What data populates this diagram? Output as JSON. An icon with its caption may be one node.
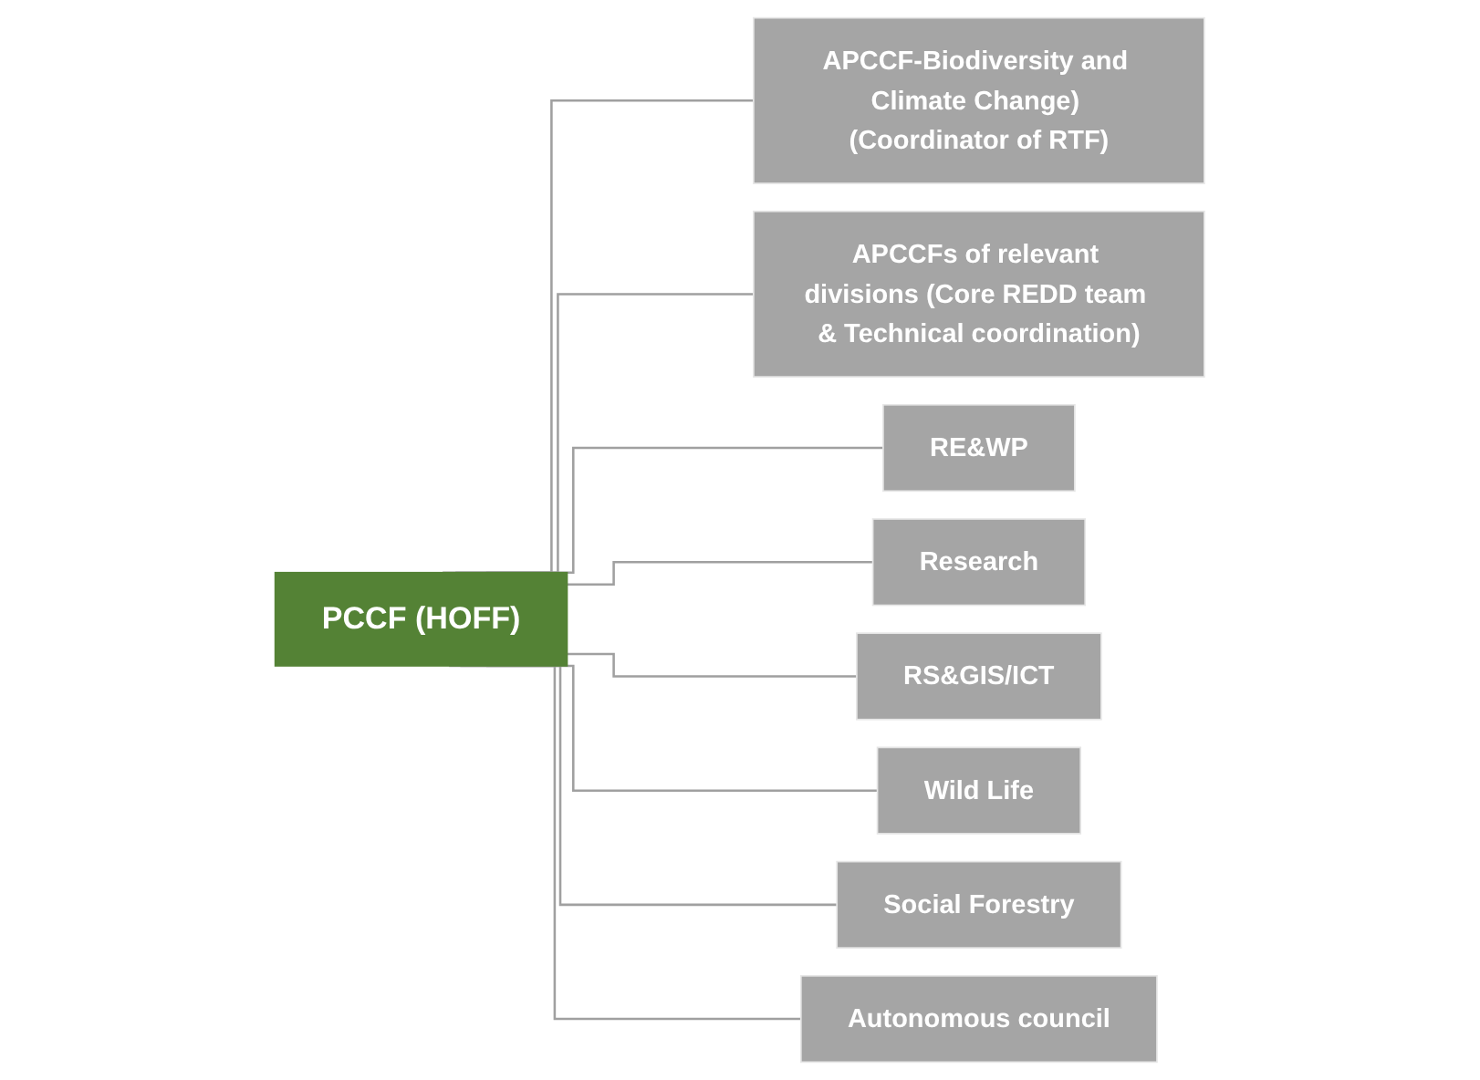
{
  "diagram": {
    "nodes": [
      {
        "text": [
          "PCCF (HOFF)"
        ]
      },
      {
        "text": [
          "APCCF-Biodiversity and Climate Change) (Coordinator of RTF)"
        ]
      },
      {
        "text": [
          "APCCFs of relevant divisions (Core REDD team & Technical coordination)"
        ]
      },
      {
        "text": [
          "RE&WP"
        ]
      },
      {
        "text": [
          "Research"
        ]
      },
      {
        "text": [
          "RS&GIS/ICT"
        ]
      },
      {
        "text": [
          "Wild Life"
        ]
      },
      {
        "text": [
          "Social Forestry"
        ]
      },
      {
        "text": [
          "Autonomous council"
        ]
      }
    ],
    "edges": [
      {
        "from": 0,
        "to": 1,
        "arrow": "none"
      },
      {
        "from": 0,
        "to": 2,
        "arrow": "none"
      },
      {
        "from": 0,
        "to": 3,
        "arrow": "none"
      },
      {
        "from": 0,
        "to": 4,
        "arrow": "none"
      },
      {
        "from": 0,
        "to": 5,
        "arrow": "none"
      },
      {
        "from": 0,
        "to": 6,
        "arrow": "none"
      },
      {
        "from": 0,
        "to": 7,
        "arrow": "none"
      },
      {
        "from": 0,
        "to": 8,
        "arrow": "none"
      }
    ]
  }
}
